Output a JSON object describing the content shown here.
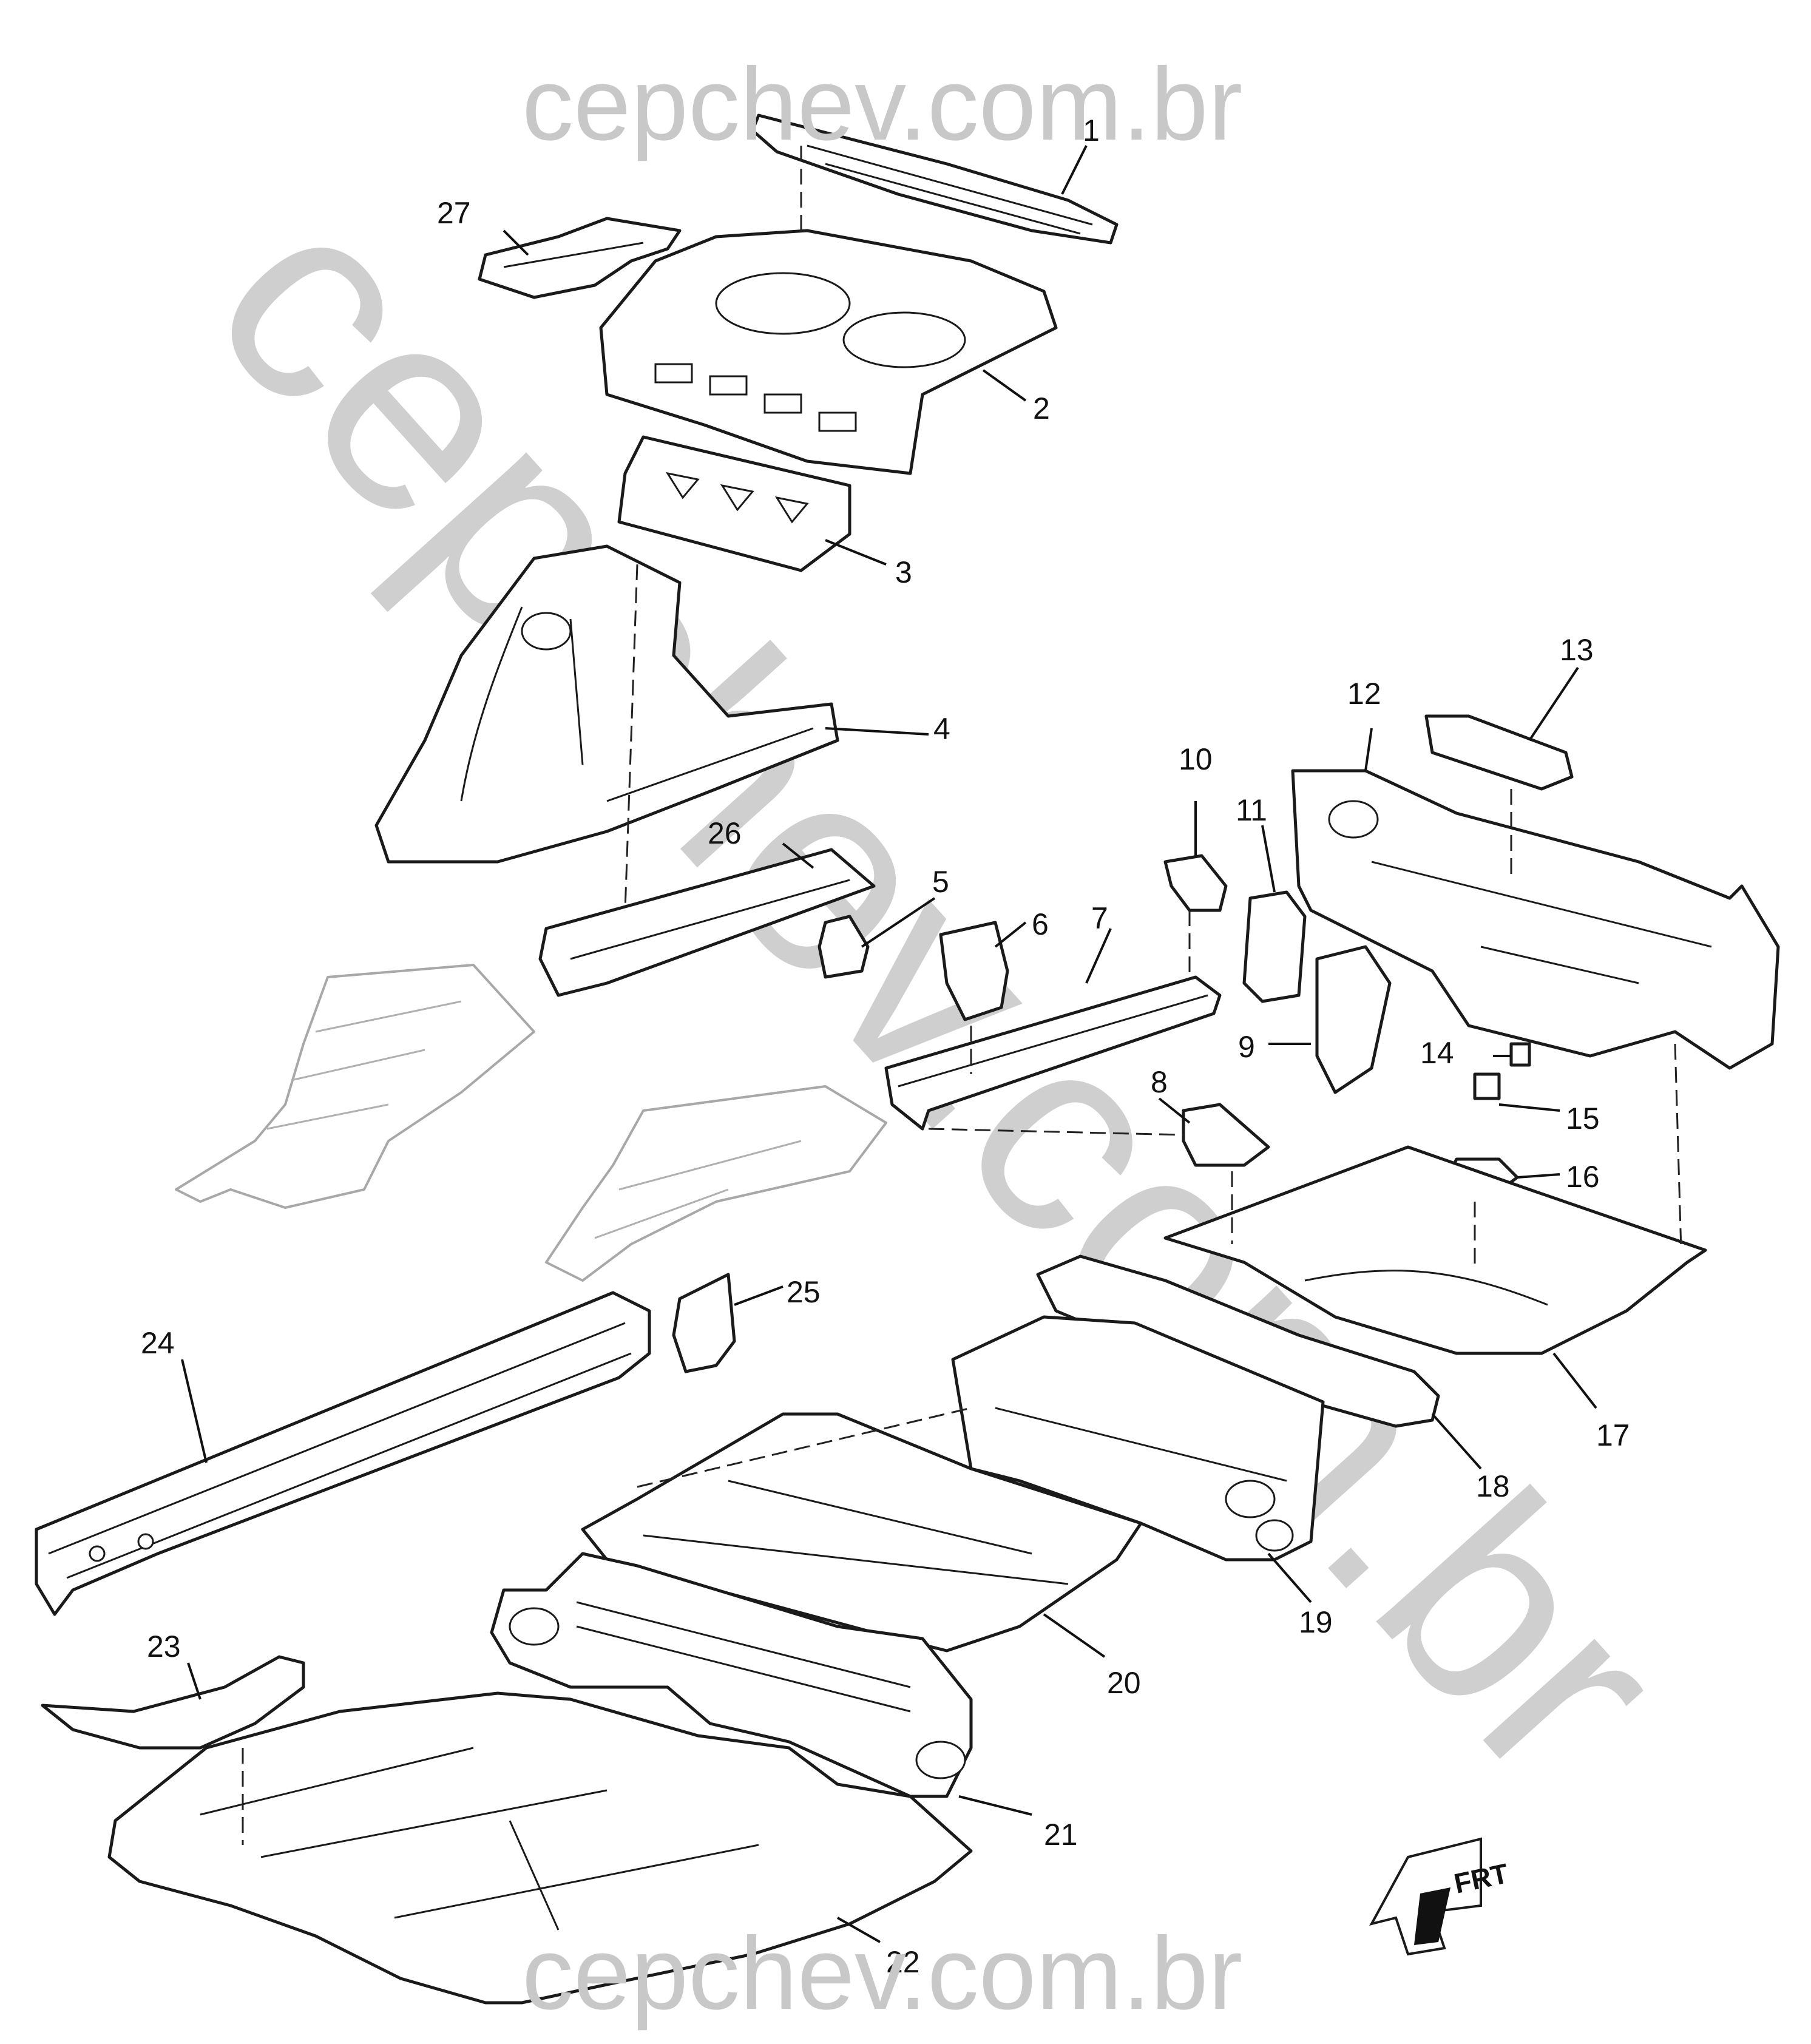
{
  "watermark": {
    "top": "cepchev.com.br",
    "bottom": "cepchev.com.br",
    "diagonal": "cepchev.com.br"
  },
  "orientation": {
    "label": "FRT"
  },
  "callouts": [
    "1",
    "2",
    "3",
    "4",
    "5",
    "6",
    "7",
    "8",
    "9",
    "10",
    "11",
    "12",
    "13",
    "14",
    "15",
    "16",
    "17",
    "18",
    "19",
    "20",
    "21",
    "22",
    "23",
    "24",
    "25",
    "26",
    "27"
  ],
  "colors": {
    "line": "#1a1a1a",
    "ghost": "#a8a8a8",
    "watermark": "#c8c8c8",
    "background": "#ffffff"
  }
}
